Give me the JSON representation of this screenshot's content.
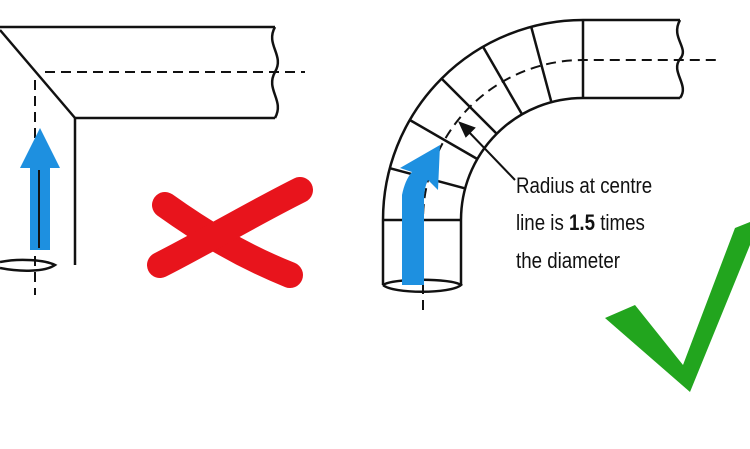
{
  "annotation": {
    "line1": "Radius at centre",
    "line2_pre": "line is ",
    "line2_bold": "1.5",
    "line2_post": " times",
    "line3": "the diameter"
  },
  "colors": {
    "arrow": "#1e90e0",
    "cross": "#e8141c",
    "check": "#22a51e",
    "line": "#111111"
  },
  "icons": [
    "flow-arrow",
    "red-cross-icon",
    "green-check-icon"
  ]
}
